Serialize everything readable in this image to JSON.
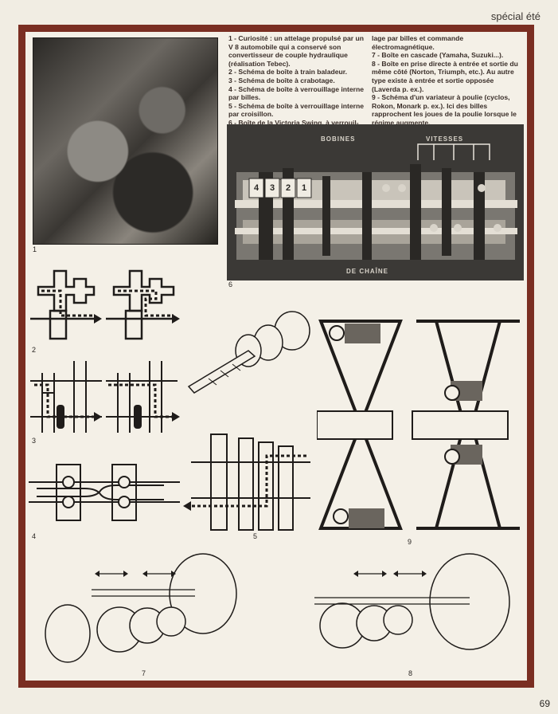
{
  "header": {
    "section": "spécial été"
  },
  "captions": {
    "left": [
      "1 - Curiosité : un attelage propulsé par un V 8 automobile qui a conservé son convertisseur de couple hydraulique (réalisation Tebec).",
      "2 - Schéma de boîte à train baladeur.",
      "3 - Schéma de boîte à crabotage.",
      "4 - Schéma de boîte à verrouillage interne par billes.",
      "5 - Schéma de boîte à verrouillage interne par croisillon.",
      "6 - Boîte de la Victoria Swing, à verrouil-"
    ],
    "right": [
      "lage par billes et commande électromagnétique.",
      "7 - Boîte en cascade (Yamaha, Suzuki...).",
      "8 - Boîte en prise directe à entrée et sortie du même côté (Norton, Triumph, etc.). Au autre type existe à entrée et sortie opposée (Laverda p. ex.).",
      "9 - Schéma d'un variateur à poulie (cyclos, Rokon, Monark p. ex.). Ici des billes rapprochent les joues de la poulie lorsque le régime augmente."
    ]
  },
  "figures": {
    "f1": "1",
    "f2": "2",
    "f3": "3",
    "f4": "4",
    "f5": "5",
    "f6": "6",
    "f7": "7",
    "f8": "8",
    "f9": "9"
  },
  "diagram6": {
    "label_top_left": "BOBINES",
    "label_top_right": "VITESSES",
    "label_bottom": "DE CHAÎNE",
    "gear_numbers": [
      "4",
      "3",
      "2",
      "1"
    ]
  },
  "page": {
    "number": "69"
  }
}
